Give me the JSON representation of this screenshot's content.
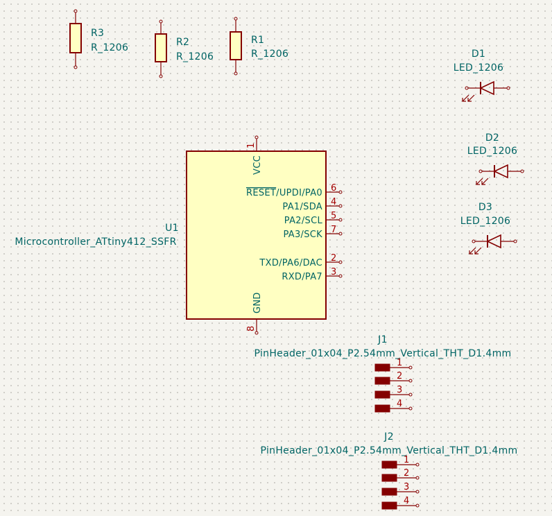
{
  "colors": {
    "background": "#f5f4ef",
    "grid_dot": "#c6c5bf",
    "symbol_outline": "#840000",
    "symbol_fill": "#ffffc2",
    "label_text": "#006464",
    "pin_number": "#a30000"
  },
  "resistors": [
    {
      "ref": "R3",
      "value": "R_1206"
    },
    {
      "ref": "R2",
      "value": "R_1206"
    },
    {
      "ref": "R1",
      "value": "R_1206"
    }
  ],
  "leds": [
    {
      "ref": "D1",
      "value": "LED_1206"
    },
    {
      "ref": "D2",
      "value": "LED_1206"
    },
    {
      "ref": "D3",
      "value": "LED_1206"
    }
  ],
  "mcu": {
    "ref": "U1",
    "value": "Microcontroller_ATtiny412_SSFR",
    "top_pin": {
      "name": "VCC",
      "number": "1"
    },
    "bottom_pin": {
      "name": "GND",
      "number": "8"
    },
    "right_pins": [
      {
        "name": "RESET/UPDI/PA0",
        "overbar": "RESET",
        "rest": "/UPDI/PA0",
        "number": "6"
      },
      {
        "name": "PA1/SDA",
        "number": "4"
      },
      {
        "name": "PA2/SCL",
        "number": "5"
      },
      {
        "name": "PA3/SCK",
        "number": "7"
      },
      {
        "name": "TXD/PA6/DAC",
        "number": "2"
      },
      {
        "name": "RXD/PA7",
        "number": "3"
      }
    ]
  },
  "headers": [
    {
      "ref": "J1",
      "value": "PinHeader_01x04_P2.54mm_Vertical_THT_D1.4mm",
      "pins": [
        "1",
        "2",
        "3",
        "4"
      ]
    },
    {
      "ref": "J2",
      "value": "PinHeader_01x04_P2.54mm_Vertical_THT_D1.4mm",
      "pins": [
        "1",
        "2",
        "3",
        "4"
      ]
    }
  ]
}
